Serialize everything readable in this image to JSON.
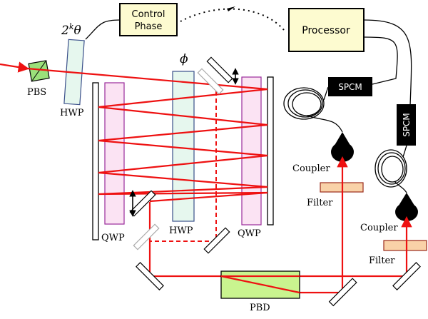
{
  "labels": {
    "control_line1": "Control",
    "control_line2": "Phase",
    "processor": "Processor",
    "hwp_angle": "2",
    "hwp_angle_sup": "k",
    "hwp_angle_theta": "θ",
    "phi": "ϕ",
    "pbs": "PBS",
    "hwp_left": "HWP",
    "hwp_center": "HWP",
    "qwp_left": "QWP",
    "qwp_right": "QWP",
    "spcm_horizontal": "SPCM",
    "spcm_vertical": "SPCM",
    "coupler_left": "Coupler",
    "coupler_right": "Coupler",
    "filter_left": "Filter",
    "filter_right": "Filter",
    "pbd": "PBD"
  },
  "colors": {
    "beam": "#ee1111",
    "control_fill": "#fdfbd0",
    "processor_fill": "#fdfbd0",
    "hwp_fill": "#e6f7ee",
    "hwp_stroke": "#3a4f8a",
    "qwp_fill": "#fbe3f3",
    "qwp_stroke": "#9a2a9a",
    "pbs_fill": "#9be07a",
    "pbd_fill": "#c9f48f",
    "filter_fill": "#f9d2a8",
    "filter_stroke": "#9a2a1a",
    "spcm_fill": "#000000"
  }
}
